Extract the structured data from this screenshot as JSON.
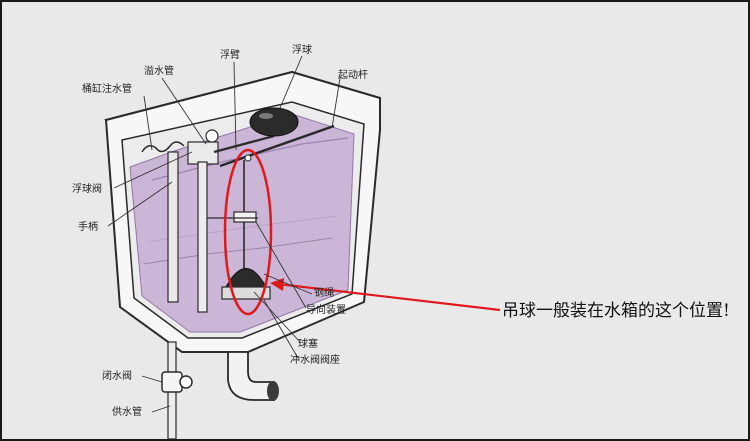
{
  "labels": {
    "overflow_pipe": "溢水管",
    "float_arm": "浮臂",
    "float_ball": "浮球",
    "starter_lever": "起动杆",
    "bowl_fill_pipe": "桶缸注水管",
    "float_valve": "浮球阀",
    "handle": "手柄",
    "chain": "钢绳",
    "guide_device": "导向装置",
    "ball_plug": "球塞",
    "flush_valve_seat": "冲水阀阀座",
    "shutoff_valve": "闭水阀",
    "supply_pipe": "供水管"
  },
  "callout": {
    "text": "吊球一般装在水箱的这个位置!"
  },
  "colors": {
    "background": "#e9e9ea",
    "water": "#c9b2d6",
    "outline": "#2a2a2a",
    "highlight": "#e0191c"
  }
}
